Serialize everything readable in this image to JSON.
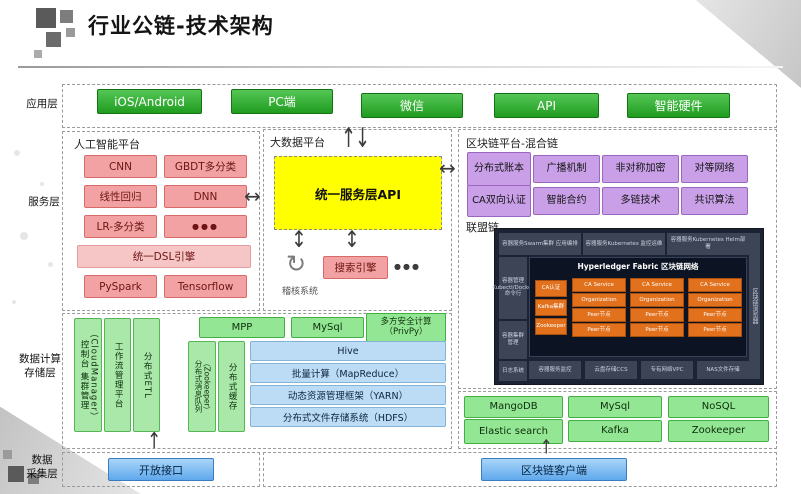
{
  "title": "行业公链-技术架构",
  "layers": {
    "app_label": "应用层",
    "service_label": "服务层",
    "storage_label": "数据计算\n存储层",
    "collect_label": "数据\n采集层"
  },
  "app": {
    "items": [
      "iOS/Android",
      "PC端",
      "微信",
      "API",
      "智能硬件"
    ]
  },
  "ai": {
    "title": "人工智能平台",
    "boxes": [
      "CNN",
      "GBDT多分类",
      "线性回归",
      "DNN",
      "LR-多分类",
      "●●●"
    ],
    "dsl": "统一DSL引擎",
    "bottom": [
      "PySpark",
      "Tensorflow"
    ]
  },
  "bigdata": {
    "title": "大数据平台",
    "api": "统一服务层API",
    "audit": "稽核系统",
    "search": "搜索引擎",
    "dots": "●●●"
  },
  "blockchain": {
    "title": "区块链平台-混合链",
    "boxes": [
      "分布式账本",
      "广播机制",
      "非对称加密",
      "对等网络",
      "CA双向认证",
      "智能合约",
      "多链技术",
      "共识算法"
    ],
    "consortium": "联盟链"
  },
  "fabric": {
    "title": "Hyperledger Fabric 区块链网络",
    "top_boxes": [
      "容器服务Swarm集群 应用编排",
      "容器服务Kubernetes 监控运维",
      "容器服务Kubernetes Helm部署"
    ],
    "left_boxes": [
      "容器管理 Kubectl/Docker命令行",
      "容器集群管理",
      "日志系统"
    ],
    "side_boxes": [
      "CA认证",
      "Kafka集群",
      "Zookeeper"
    ],
    "col_header": "CA Service",
    "org_box": "Organization",
    "peer_box": "Peer节点",
    "bottom_boxes": [
      "容器服务监控",
      "云盘存储CCS",
      "专有网络VPC",
      "NAS文件存储"
    ],
    "right_bar": "区块链浏览器"
  },
  "storage": {
    "verticals": [
      "控制台 集群管理（CloudManager）",
      "工作流管理平台",
      "分布式ETL"
    ],
    "top_row": [
      "MPP",
      "MySql",
      "多方安全计算（PrivPy）"
    ],
    "mid_verticals": [
      "分布式消息队列（Zookeeper）",
      "分布式缓存"
    ],
    "blue_rows": [
      "Hive",
      "批量计算（MapReduce）",
      "动态资源管理框架（YARN）",
      "分布式文件存储系统（HDFS）"
    ]
  },
  "databases": {
    "items": [
      "MangoDB",
      "MySql",
      "NoSQL",
      "Elastic search",
      "Kafka",
      "Zookeeper"
    ]
  },
  "collect": {
    "open_api": "开放接口",
    "client": "区块链客户端"
  },
  "glyphs": {
    "up": "↑",
    "down": "↓",
    "lr": "↔",
    "ud": "↕",
    "recycle": "↻"
  },
  "colors": {
    "green": "#2eab2e",
    "pink": "#f2a2a2",
    "yellow": "#ffff00",
    "purple": "#c9a0e8",
    "blue": "#5fa8ec",
    "lightgreen": "#93e693",
    "lightblue": "#bcdcf5",
    "orange": "#e2711d"
  }
}
